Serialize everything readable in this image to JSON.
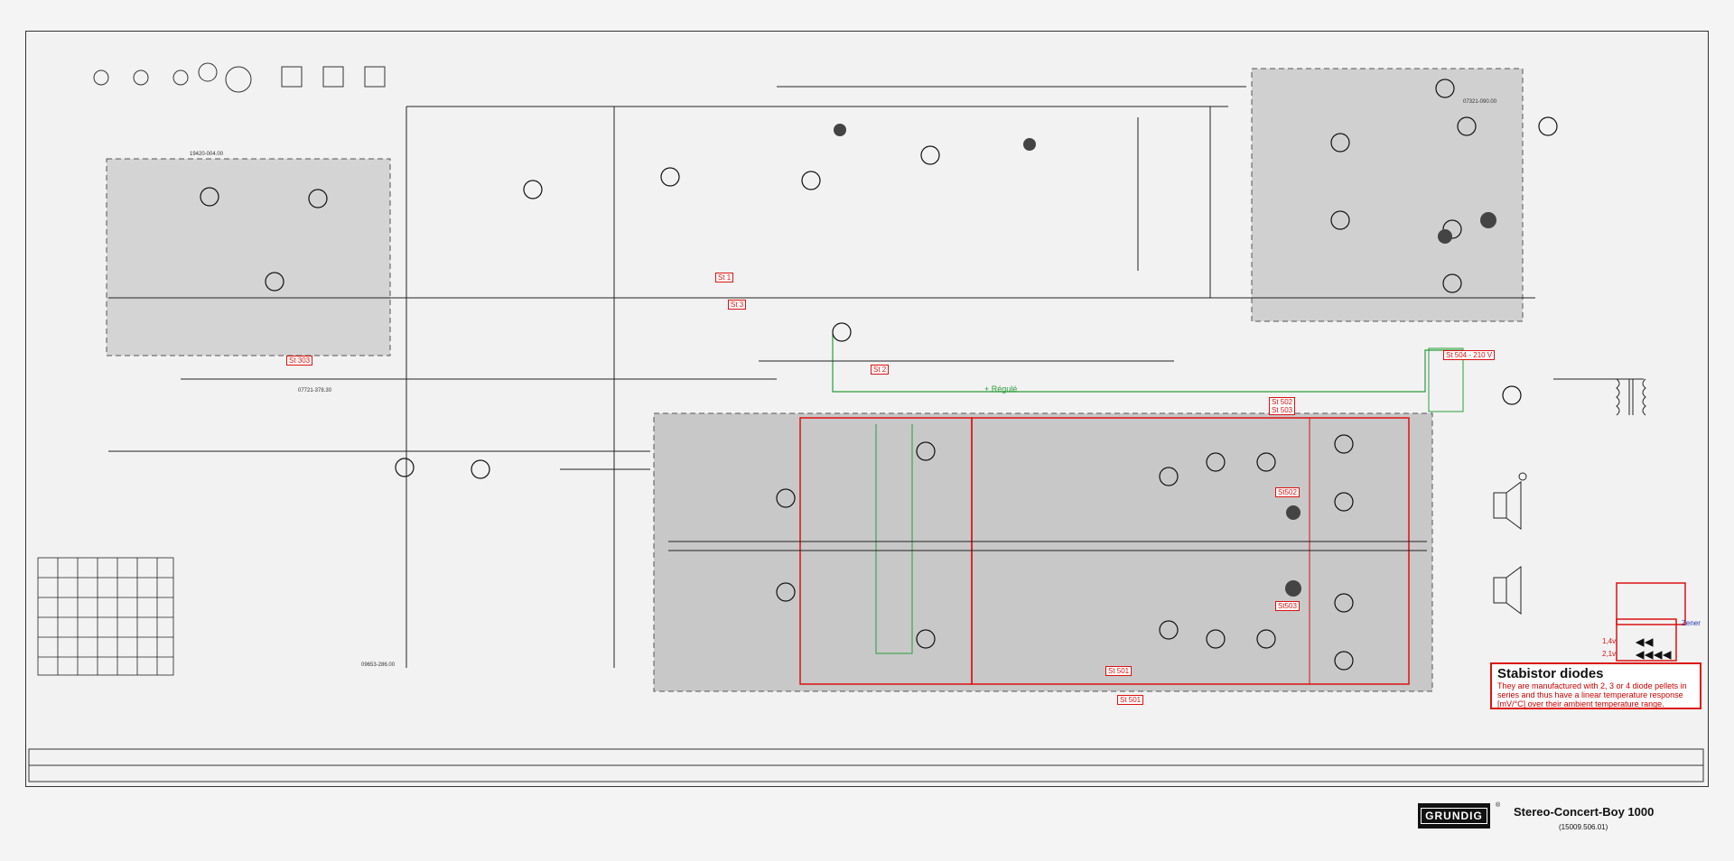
{
  "modules": {
    "tuner": "19420-004.00",
    "output_stage": "07321-090.00",
    "if_board": "07721-378.30",
    "lower_board": "09653-286.00"
  },
  "markers": {
    "st303": "St 303",
    "st1": "St 1",
    "st2": "St 2",
    "st3": "St 3",
    "st504": "St 504 - 210 V",
    "st502_503": "St 502\nSt 503",
    "st501": "St 501",
    "st501b": "St 501",
    "st502b": "St502",
    "st503b": "St503"
  },
  "regulated_label": "+ Régulé",
  "zener_label": "Zener",
  "zener_values": [
    "1,4v",
    "2,1v"
  ],
  "stabistor": {
    "title": "Stabistor diodes",
    "text": "They are manufactured with 2, 3 or 4 diode pellets in series and thus have a linear temperature response [mV/°C] over their ambient temperature range."
  },
  "brand": "GRUNDIG",
  "registered": "®",
  "model": "Stereo-Concert-Boy 1000",
  "part_number": "(15009.506.01)",
  "colors": {
    "annotation_red": "#d11111",
    "regulated_green": "#2a9d3a",
    "zener_blue": "#2233aa",
    "shading": "#c8c8c8"
  }
}
